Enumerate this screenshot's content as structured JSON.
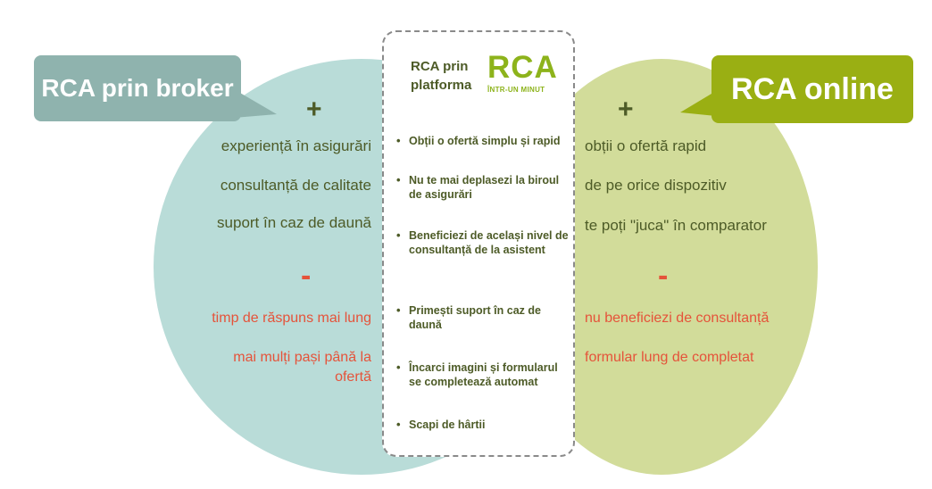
{
  "colors": {
    "broker_circle": "#b9dcd8",
    "online_circle": "#d2dc9a",
    "broker_bubble": "#8fb3ae",
    "online_bubble": "#9aaf13",
    "pro_text": "#4d5b27",
    "con_text": "#e5533a",
    "logo": "#8db31b",
    "dashed_border": "#8a8a8a"
  },
  "broker": {
    "title": "RCA prin broker",
    "plus": "+",
    "minus": "-",
    "pros": [
      "experiență în asigurări",
      "consultanță de calitate",
      "suport în caz de daună"
    ],
    "cons": [
      "timp de răspuns mai lung",
      "mai mulți pași până la",
      "ofertă"
    ]
  },
  "online": {
    "title": "RCA online",
    "plus": "+",
    "minus": "-",
    "pros": [
      "obții o ofertă rapid",
      "de pe orice dispozitiv",
      "te poți \"juca\" în comparator"
    ],
    "cons": [
      "nu beneficiezi de consultanță",
      "formular lung de completat"
    ]
  },
  "platform": {
    "title_line1": "RCA prin",
    "title_line2": "platforma",
    "logo_word": "RCA",
    "logo_sub": "ÎNTR-UN MINUT",
    "bullet": "•",
    "items": [
      "Obții o ofertă simplu și rapid",
      "Nu te mai deplasezi la biroul de asigurări",
      "Beneficiezi de același nivel de consultanță de la asistent",
      "Primești suport în caz de daună",
      "Încarci imagini și formularul se completează automat",
      "Scapi de hârtii"
    ]
  }
}
